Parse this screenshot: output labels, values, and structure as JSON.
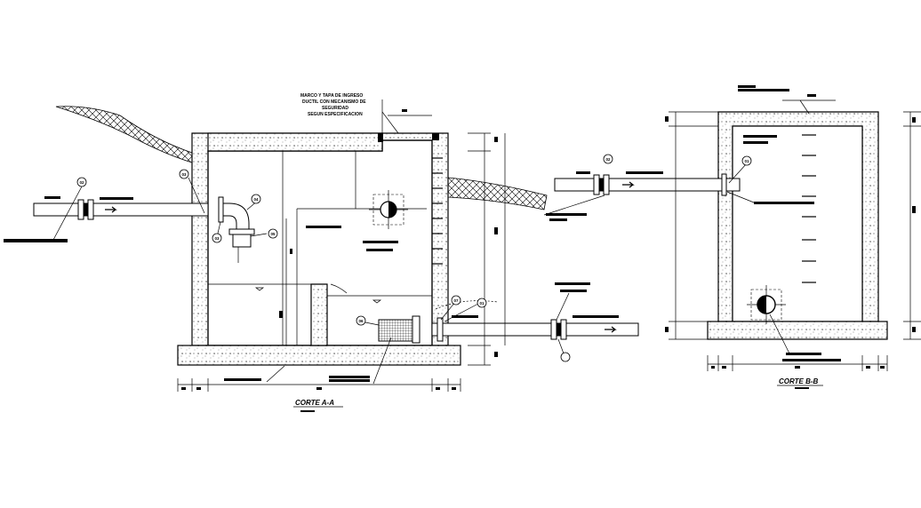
{
  "section_a": {
    "title": "CORTE A-A",
    "cover_note": {
      "line1": "MARCO Y TAPA DE INGRESO",
      "line2": "DUCTIL CON MECANISMO DE",
      "line3": "SEGURIDAD",
      "line4": "SEGUN ESPECIFICACION"
    },
    "valve_tags": [
      "02",
      "03",
      "03",
      "04",
      "05",
      "06",
      "07",
      "01"
    ]
  },
  "section_b": {
    "title": "CORTE B-B",
    "valve_tags": [
      "02",
      "01"
    ]
  },
  "colors": {
    "line": "#000000",
    "background": "#ffffff"
  }
}
